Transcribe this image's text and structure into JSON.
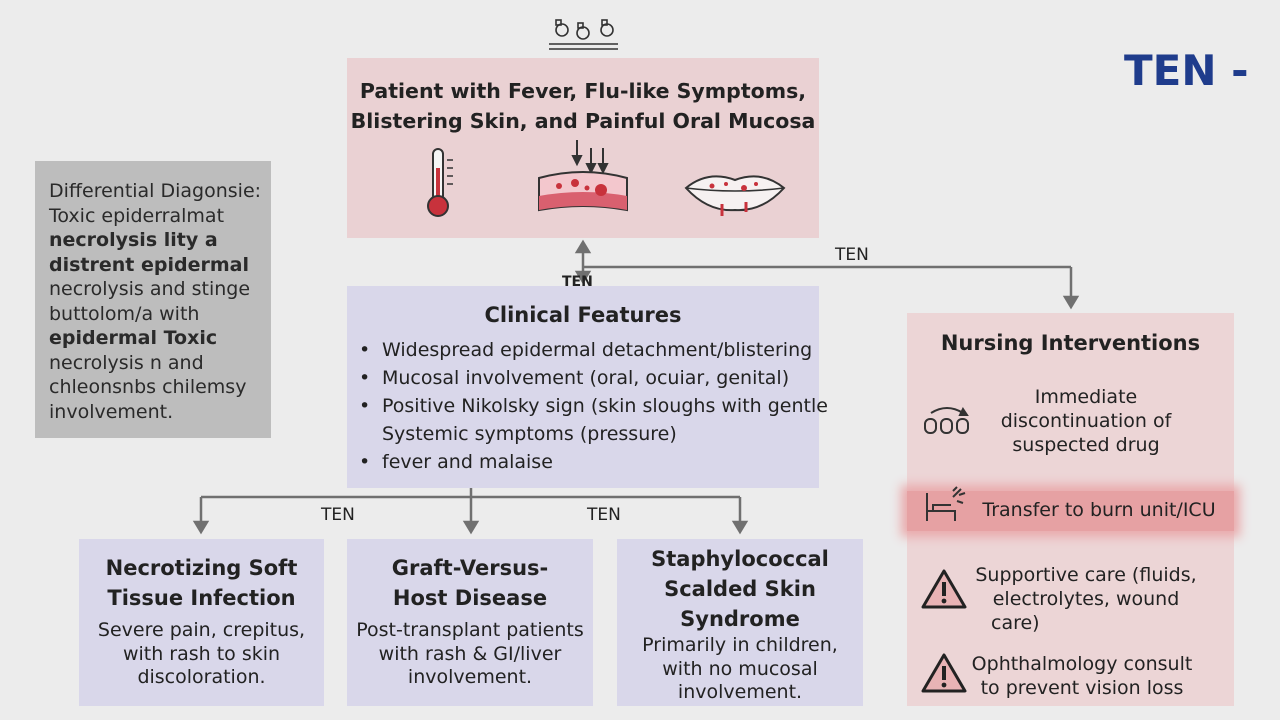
{
  "header": {
    "label": "TEN -"
  },
  "presentation": {
    "title_line1": "Patient with Fever, Flu-like Symptoms,",
    "title_line2": "Blistering Skin, and Painful Oral Mucosa",
    "skin_icon_label": "TEN"
  },
  "differential": {
    "lines": [
      "Differential Diagonsie:",
      "Toxic epiderralmat",
      "necrolysis lity a",
      "distrent epidermal",
      "necrolysis and stinge",
      "buttolom/a with",
      "epidermal Toxic",
      "necrolysis n and",
      "chleonsnbs chilemsy",
      "involvement."
    ]
  },
  "clinical_features": {
    "title": "Clinical Features",
    "items": [
      "Widespread epidermal detachment/blistering",
      "Mucosal involvement (oral, ocuiar, genital)",
      "Positive Nikolsky sign (skin sloughs with gentle",
      "Systemic symptoms (pressure)",
      "fever and malaise"
    ]
  },
  "edges": {
    "to_nursing": "TEN",
    "left_branch": "TEN",
    "right_branch": "TEN"
  },
  "nursing": {
    "title": "Nursing Interventions",
    "items": [
      {
        "icon": "pills-icon",
        "text_lines": [
          "Immediate",
          "discontinuation of",
          "suspected drug"
        ]
      },
      {
        "icon": "hospital-bed-icon",
        "text_lines": [
          "Transfer to burn unit/ICU"
        ],
        "highlight_color": "#e6a1a3"
      },
      {
        "icon": "warning-icon",
        "text_lines": [
          "Supportive care (fluids,",
          "electrolytes, wound",
          "care)"
        ]
      },
      {
        "icon": "warning-icon",
        "text_lines": [
          "Ophthalmology consult",
          "to prevent vision loss"
        ]
      }
    ]
  },
  "differentials": [
    {
      "title_lines": [
        "Necrotizing Soft",
        "Tissue Infection"
      ],
      "text_lines": [
        "Severe pain, crepitus,",
        "with rash to skin",
        "discoloration."
      ]
    },
    {
      "title_lines": [
        "Graft-Versus-",
        "Host Disease"
      ],
      "text_lines": [
        "Post-transplant patients",
        "with rash & GI/liver",
        "involvement."
      ]
    },
    {
      "title_lines": [
        "Staphylococcal",
        "Scalded Skin",
        "Syndrome"
      ],
      "text_lines": [
        "Primarily in children,",
        "with no mucosal",
        "involvement."
      ]
    }
  ],
  "colors": {
    "pink_box": "#ead1d3",
    "lavender_box": "#d9d7ea",
    "grey_box": "#bdbdbd",
    "header_blue": "#1f3c8c",
    "icon_red": "#c8323c",
    "connector": "#707070"
  }
}
